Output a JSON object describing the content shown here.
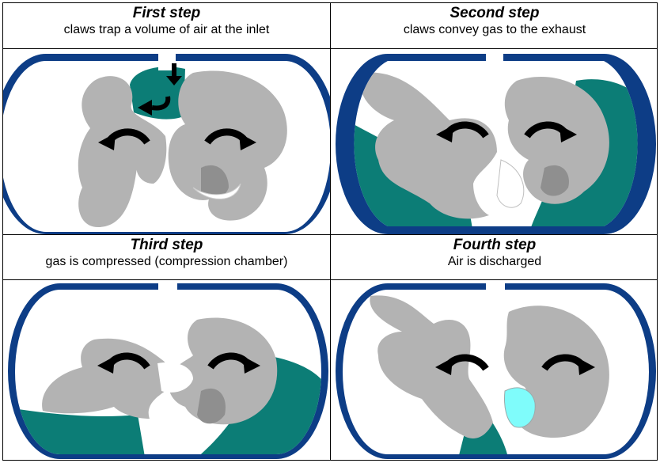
{
  "steps": [
    {
      "title": "First step",
      "subtitle": "claws trap a volume of air at the inlet"
    },
    {
      "title": "Second step",
      "subtitle": "claws convey gas to the exhaust"
    },
    {
      "title": "Third step",
      "subtitle": "gas is compressed (compression chamber)"
    },
    {
      "title": "Fourth step",
      "subtitle": "Air is discharged"
    }
  ],
  "colors": {
    "casing": "#0d3d86",
    "rotor": "#b3b3b3",
    "rotor_shadow": "#8f8f8f",
    "gas": "#0c7d76",
    "discharge": "#7ffcfb",
    "arrow": "#000000"
  },
  "icons": [
    "down-arrow-icon",
    "curved-arrow-icon",
    "rotate-ccw-icon",
    "rotate-cw-icon"
  ]
}
